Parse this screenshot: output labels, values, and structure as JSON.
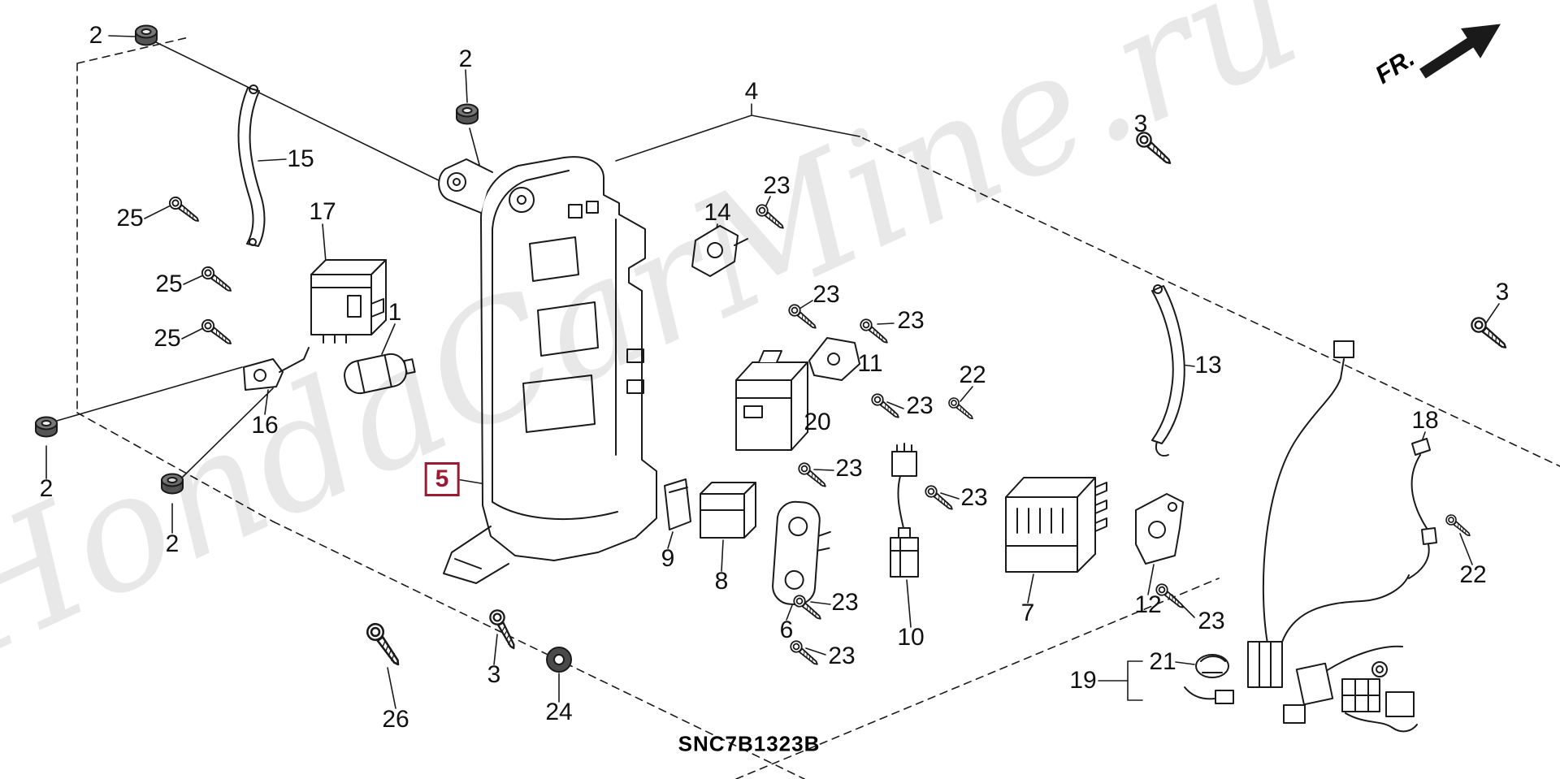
{
  "diagram": {
    "code": "SNC7B1323B",
    "fr_label": "FR.",
    "watermark": "HondaCarMine.ru",
    "colors": {
      "highlight": "#9b1b33",
      "line": "#1a1a1a"
    },
    "callouts": [
      "2",
      "2",
      "4",
      "3",
      "15",
      "25",
      "17",
      "23",
      "14",
      "25",
      "23",
      "25",
      "1",
      "3",
      "23",
      "11",
      "22",
      "13",
      "20",
      "23",
      "2",
      "16",
      "23",
      "18",
      "23",
      "2",
      "5",
      "9",
      "8",
      "23",
      "7",
      "12",
      "6",
      "23",
      "10",
      "23",
      "3",
      "19",
      "21",
      "26",
      "24",
      "22"
    ]
  }
}
